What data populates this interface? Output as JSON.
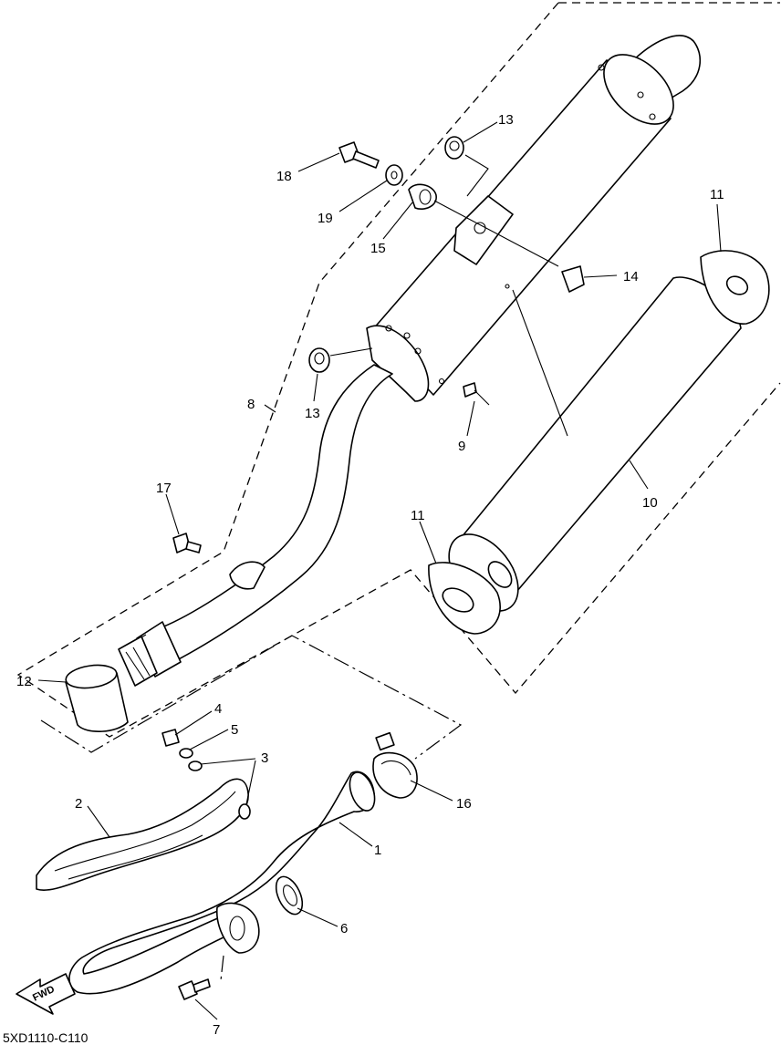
{
  "diagram": {
    "drawing_code": "5XD1110-C110",
    "fwd_label": "FWD",
    "callouts": {
      "c1": "1",
      "c2": "2",
      "c3": "3",
      "c4": "4",
      "c5": "5",
      "c6": "6",
      "c7": "7",
      "c8": "8",
      "c9": "9",
      "c10": "10",
      "c11a": "11",
      "c11b": "11",
      "c12": "12",
      "c13a": "13",
      "c13b": "13",
      "c14": "14",
      "c15": "15",
      "c16": "16",
      "c17": "17",
      "c18": "18",
      "c19": "19"
    },
    "colors": {
      "line": "#000000",
      "background": "#ffffff"
    }
  }
}
